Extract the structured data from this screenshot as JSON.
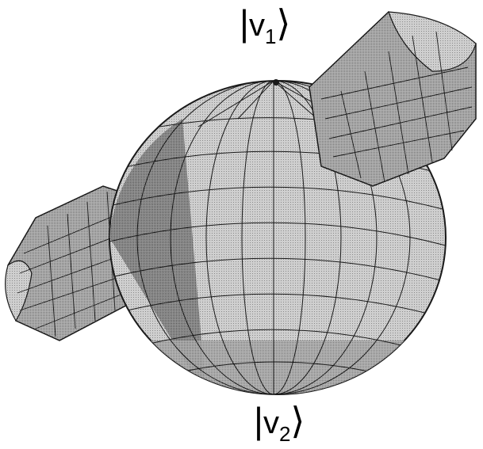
{
  "labels": {
    "top_state": {
      "bar": "|",
      "symbol": "v",
      "subscript": "1",
      "angle": "⟩"
    },
    "bottom_state": {
      "bar": "|",
      "symbol": "v",
      "subscript": "2",
      "angle": "⟩"
    }
  },
  "figure": {
    "description_style": "faceted 3D mesh",
    "colors": {
      "light": "#c8c8c8",
      "mid": "#a8a8a8",
      "dark": "#787878",
      "line": "#1a1a1a",
      "background": "#ffffff"
    }
  }
}
